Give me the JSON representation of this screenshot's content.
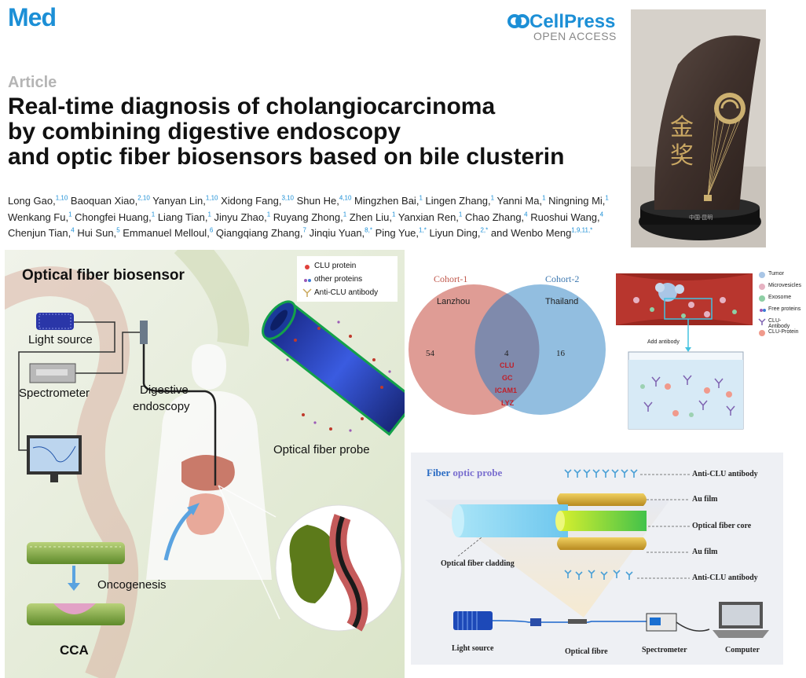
{
  "header": {
    "journal": "Med",
    "publisher": "CellPress",
    "open_access": "OPEN ACCESS",
    "article_type": "Article",
    "title_lines": [
      "Real-time diagnosis of cholangiocarcinoma",
      "by combining digestive endoscopy",
      "and optic fiber biosensors based on bile clusterin"
    ]
  },
  "authors": [
    {
      "name": "Long Gao,",
      "aff": "1,10"
    },
    {
      "name": "Baoquan Xiao,",
      "aff": "2,10"
    },
    {
      "name": "Yanyan Lin,",
      "aff": "1,10"
    },
    {
      "name": "Xidong Fang,",
      "aff": "3,10"
    },
    {
      "name": "Shun He,",
      "aff": "4,10"
    },
    {
      "name": "Mingzhen Bai,",
      "aff": "1"
    },
    {
      "name": "Lingen Zhang,",
      "aff": "1"
    },
    {
      "name": "Yanni Ma,",
      "aff": "1"
    },
    {
      "name": "Ningning Mi,",
      "aff": "1"
    },
    {
      "name": "Wenkang Fu,",
      "aff": "1"
    },
    {
      "name": "Chongfei Huang,",
      "aff": "1"
    },
    {
      "name": "Liang Tian,",
      "aff": "1"
    },
    {
      "name": "Jinyu Zhao,",
      "aff": "1"
    },
    {
      "name": "Ruyang Zhong,",
      "aff": "1"
    },
    {
      "name": "Zhen Liu,",
      "aff": "1"
    },
    {
      "name": "Yanxian Ren,",
      "aff": "1"
    },
    {
      "name": "Chao Zhang,",
      "aff": "4"
    },
    {
      "name": "Ruoshui Wang,",
      "aff": "4"
    },
    {
      "name": "Chenjun Tian,",
      "aff": "4"
    },
    {
      "name": "Hui Sun,",
      "aff": "5"
    },
    {
      "name": "Emmanuel Melloul,",
      "aff": "6"
    },
    {
      "name": "Qiangqiang Zhang,",
      "aff": "7"
    },
    {
      "name": "Jinqiu Yuan,",
      "aff": "8,*"
    },
    {
      "name": "Ping Yue,",
      "aff": "1,*"
    },
    {
      "name": "Liyun Ding,",
      "aff": "2,*"
    },
    {
      "name": "and Wenbo Meng",
      "aff": "1,9,11,*"
    }
  ],
  "trophy": {
    "characters": "金奖",
    "plaque_text": "中国·昆明"
  },
  "panel_a": {
    "heading": "Optical fiber biosensor",
    "legend": [
      "CLU protein",
      "other proteins",
      "Anti-CLU antibody"
    ],
    "labels": {
      "light_source": "Light source",
      "spectrometer": "Spectrometer",
      "digestive": "Digestive",
      "endoscopy": "endoscopy",
      "probe": "Optical fiber probe",
      "oncogenesis": "Oncogenesis",
      "cca": "CCA"
    }
  },
  "venn": {
    "sets": [
      {
        "name": "Cohort-1",
        "site": "Lanzhou",
        "unique": "54",
        "color": "#d98b82"
      },
      {
        "name": "Cohort-2",
        "site": "Thailand",
        "unique": "16",
        "color": "#6ea8d6"
      }
    ],
    "overlap_count": "4",
    "overlap_genes": [
      "CLU",
      "GC",
      "ICAM1",
      "LYZ"
    ]
  },
  "schematic": {
    "legend": [
      "Tumor",
      "Microvesicles",
      "Exosome",
      "Free proteins",
      "CLU-Antibody",
      "CLU-Protein"
    ],
    "arrow_label": "Add antibody"
  },
  "panel_d": {
    "title_a": "Fiber ",
    "title_b": "optic probe",
    "right_labels": [
      "Anti-CLU antibody",
      "Au film",
      "Optical fiber core",
      "Au film",
      "Anti-CLU antibody"
    ],
    "cladding": "Optical fiber cladding",
    "bottom_labels": [
      "Light source",
      "Optical fibre",
      "Spectrometer",
      "Computer"
    ]
  }
}
